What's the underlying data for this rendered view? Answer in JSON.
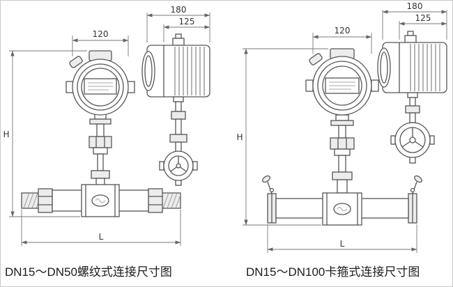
{
  "page": {
    "background": "#ffffff",
    "line_color": "#555555"
  },
  "left_drawing": {
    "caption": "DN15～DN50螺纹式连接尺寸图",
    "dims": {
      "head_width": "120",
      "side_width": "180",
      "side_body_width": "125",
      "overall_height": "H",
      "overall_length": "L"
    }
  },
  "right_drawing": {
    "caption": "DN15～DN100卡箍式连接尺寸图",
    "dims": {
      "head_width": "120",
      "side_width": "180",
      "side_body_width": "125",
      "overall_height": "H",
      "overall_length": "L"
    }
  }
}
